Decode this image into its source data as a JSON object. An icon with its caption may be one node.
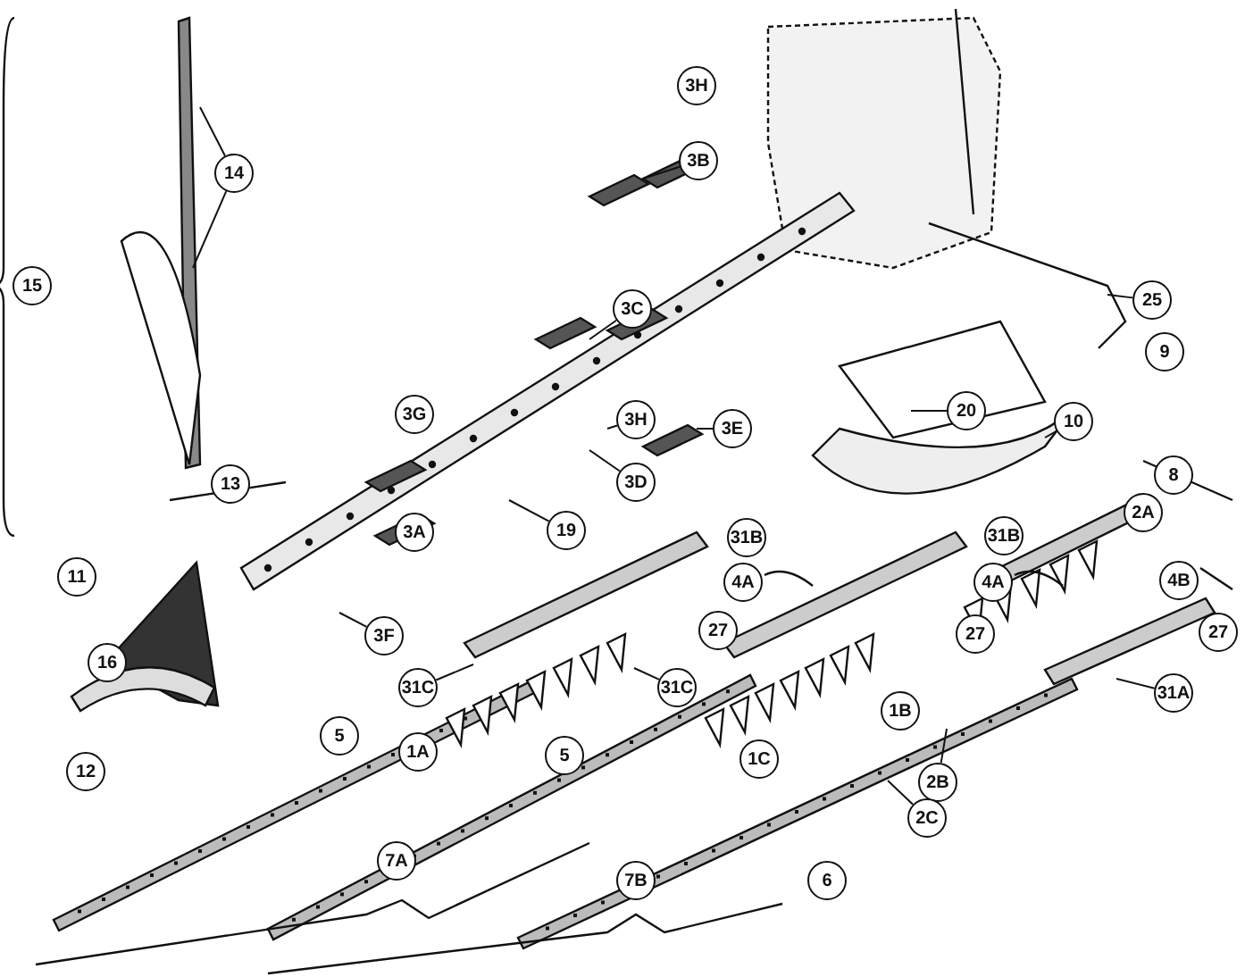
{
  "diagram": {
    "nodes": [
      {
        "text": [
          "3H"
        ]
      },
      {
        "text": [
          "14"
        ]
      },
      {
        "text": [
          "3B"
        ]
      },
      {
        "text": [
          "15"
        ]
      },
      {
        "text": [
          "3C"
        ]
      },
      {
        "text": [
          "25"
        ]
      },
      {
        "text": [
          "9"
        ]
      },
      {
        "text": [
          "3H"
        ]
      },
      {
        "text": [
          "3G"
        ]
      },
      {
        "text": [
          "3E"
        ]
      },
      {
        "text": [
          "20"
        ]
      },
      {
        "text": [
          "10"
        ]
      },
      {
        "text": [
          "3D"
        ]
      },
      {
        "text": [
          "13"
        ]
      },
      {
        "text": [
          "2A"
        ]
      },
      {
        "text": [
          "8"
        ]
      },
      {
        "text": [
          "3A"
        ]
      },
      {
        "text": [
          "19"
        ]
      },
      {
        "text": [
          "31B"
        ]
      },
      {
        "text": [
          "4A"
        ]
      },
      {
        "text": [
          "31B"
        ]
      },
      {
        "text": [
          "4A"
        ]
      },
      {
        "text": [
          "27"
        ]
      },
      {
        "text": [
          "27"
        ]
      },
      {
        "text": [
          "4B"
        ]
      },
      {
        "text": [
          "11"
        ]
      },
      {
        "text": [
          "27"
        ]
      },
      {
        "text": [
          "16"
        ]
      },
      {
        "text": [
          "3F"
        ]
      },
      {
        "text": [
          "31C"
        ]
      },
      {
        "text": [
          "31C"
        ]
      },
      {
        "text": [
          "1B"
        ]
      },
      {
        "text": [
          "31A"
        ]
      },
      {
        "text": [
          "5"
        ]
      },
      {
        "text": [
          "1A"
        ]
      },
      {
        "text": [
          "5"
        ]
      },
      {
        "text": [
          "1C"
        ]
      },
      {
        "text": [
          "2B"
        ]
      },
      {
        "text": [
          "12"
        ]
      },
      {
        "text": [
          "2C"
        ]
      },
      {
        "text": [
          "7A"
        ]
      },
      {
        "text": [
          "7B"
        ]
      },
      {
        "text": [
          "6"
        ]
      }
    ],
    "edges": [
      {
        "from": 1,
        "to": null,
        "arrow": "none"
      },
      {
        "from": 1,
        "to": null,
        "arrow": "none"
      },
      {
        "from": 2,
        "to": null,
        "arrow": "none"
      },
      {
        "from": 4,
        "to": null,
        "arrow": "none"
      },
      {
        "from": 5,
        "to": null,
        "arrow": "none"
      },
      {
        "from": 7,
        "to": null,
        "arrow": "none"
      },
      {
        "from": 9,
        "to": null,
        "arrow": "none"
      },
      {
        "from": 10,
        "to": null,
        "arrow": "none"
      },
      {
        "from": 11,
        "to": null,
        "arrow": "none"
      },
      {
        "from": 12,
        "to": null,
        "arrow": "none"
      },
      {
        "from": 17,
        "to": null,
        "arrow": "none"
      },
      {
        "from": 28,
        "to": null,
        "arrow": "none"
      },
      {
        "from": 29,
        "to": null,
        "arrow": "none"
      },
      {
        "from": 30,
        "to": null,
        "arrow": "none"
      },
      {
        "from": 32,
        "to": null,
        "arrow": "none"
      },
      {
        "from": 37,
        "to": null,
        "arrow": "none"
      },
      {
        "from": 39,
        "to": null,
        "arrow": "none"
      }
    ]
  }
}
